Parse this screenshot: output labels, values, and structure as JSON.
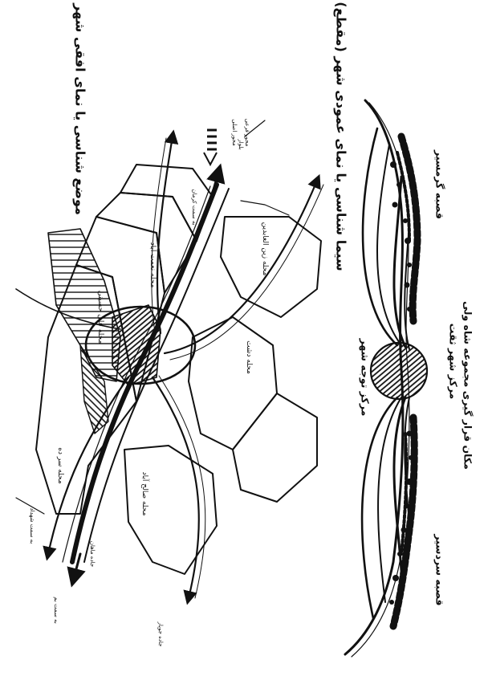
{
  "plan": {
    "title": "موضع شناسی یا نمای افقی شهر (پلان)",
    "district_labels": [
      "محله نعمت آباد",
      "محله صالح آباد",
      "محله سر ده",
      "محله دشت",
      "محله زین العابدین",
      "محله علی حسینی"
    ],
    "road_labels": [
      "به سمت شهداد",
      "جاده ماهان",
      "به سمت کرمان",
      "به سمت بم",
      "جاده جوپار"
    ],
    "corner_labels": [
      "محور اصلی",
      "بلوار",
      "محور فرعی"
    ]
  },
  "section": {
    "title": "سیما شناسی یا نمای عمودی شهر (مقطع)",
    "center_label": "مرکز توجه شهر",
    "core_label": "مرکز شهر ثقت",
    "landmark_label": "مکان قرار گیری مجموعه شاه ولی",
    "left_label": "قصبه گرمسیر",
    "right_label": "قصبه سردسیر"
  },
  "colors": {
    "ink": "#111111",
    "paper": "#ffffff"
  }
}
